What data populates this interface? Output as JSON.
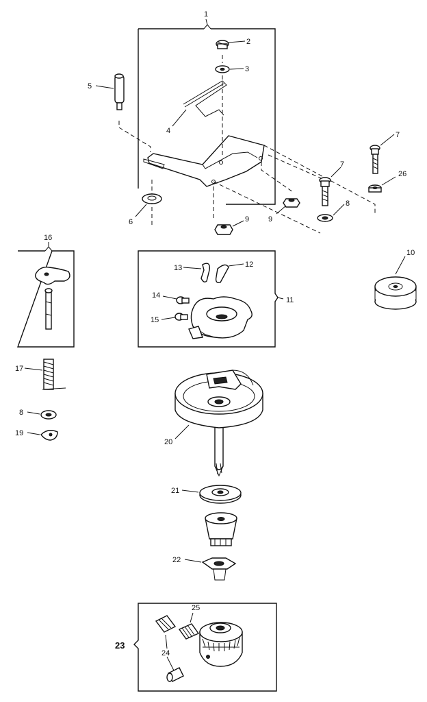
{
  "callouts": {
    "c1": "1",
    "c2": "2",
    "c3": "3",
    "c4": "4",
    "c5": "5",
    "c6": "6",
    "c7a": "7",
    "c7b": "7",
    "c8a": "8",
    "c8b": "8",
    "c9a": "9",
    "c9b": "9",
    "c10": "10",
    "c11": "11",
    "c12": "12",
    "c13": "13",
    "c14": "14",
    "c15": "15",
    "c16": "16",
    "c17": "17",
    "c19": "19",
    "c20": "20",
    "c21": "21",
    "c22": "22",
    "c23": "23",
    "c24": "24",
    "c25": "25",
    "c26": "26"
  }
}
